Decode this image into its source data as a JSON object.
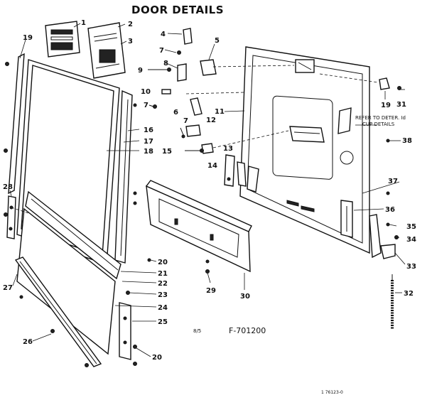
{
  "title": "DOOR DETAILS",
  "note_cup": [
    "REFER TO DETER. Id",
    "CUP DETAILS"
  ],
  "code_small": "8/5",
  "model": "F-701200",
  "corner_code": "1 76123-0",
  "callouts": [
    "1",
    "2",
    "3",
    "4",
    "5",
    "6",
    "7",
    "7",
    "7",
    "8",
    "9",
    "10",
    "11",
    "12",
    "13",
    "14",
    "15",
    "16",
    "17",
    "18",
    "19",
    "19",
    "20",
    "20",
    "21",
    "22",
    "23",
    "24",
    "25",
    "26",
    "27",
    "28",
    "29",
    "30",
    "31",
    "32",
    "33",
    "34",
    "35",
    "36",
    "37",
    "38"
  ]
}
